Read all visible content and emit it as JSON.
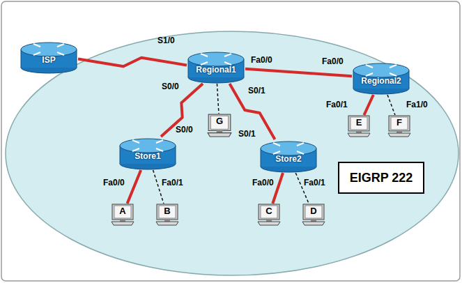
{
  "diagram": {
    "nodes": [
      {
        "text": [
          "ISP"
        ]
      },
      {
        "text": [
          "Regional1"
        ]
      },
      {
        "text": [
          "Regional2"
        ]
      },
      {
        "text": [
          "Store1"
        ]
      },
      {
        "text": [
          "G"
        ]
      },
      {
        "text": [
          "Store2"
        ]
      },
      {
        "text": [
          "E"
        ]
      },
      {
        "text": [
          "F"
        ]
      },
      {
        "text": [
          "EIGRP 222"
        ]
      },
      {
        "text": [
          "A"
        ]
      },
      {
        "text": [
          "B"
        ]
      },
      {
        "text": [
          "C"
        ]
      },
      {
        "text": [
          "D"
        ]
      }
    ],
    "edges": [
      {
        "from": 0,
        "to": 1,
        "arrow": "none"
      },
      {
        "from": 1,
        "to": 2,
        "arrow": "none"
      },
      {
        "from": 1,
        "to": 3,
        "arrow": "none"
      },
      {
        "from": 1,
        "to": 4,
        "arrow": "none"
      },
      {
        "from": 1,
        "to": 5,
        "arrow": "none"
      },
      {
        "from": 2,
        "to": 6,
        "arrow": "none"
      },
      {
        "from": 2,
        "to": 7,
        "arrow": "none"
      },
      {
        "from": 3,
        "to": 9,
        "arrow": "none"
      },
      {
        "from": 3,
        "to": 10,
        "arrow": "none"
      },
      {
        "from": 5,
        "to": 11,
        "arrow": "none"
      },
      {
        "from": 5,
        "to": 12,
        "arrow": "none"
      }
    ],
    "labels": [
      "S1/0",
      "Fa0/0",
      "Fa0/0",
      "S0/0",
      "S0/1",
      "Fa0/1",
      "Fa1/0",
      "S0/0",
      "S0/1",
      "Fa0/0",
      "Fa0/1",
      "Fa0/0",
      "Fa0/1"
    ]
  }
}
